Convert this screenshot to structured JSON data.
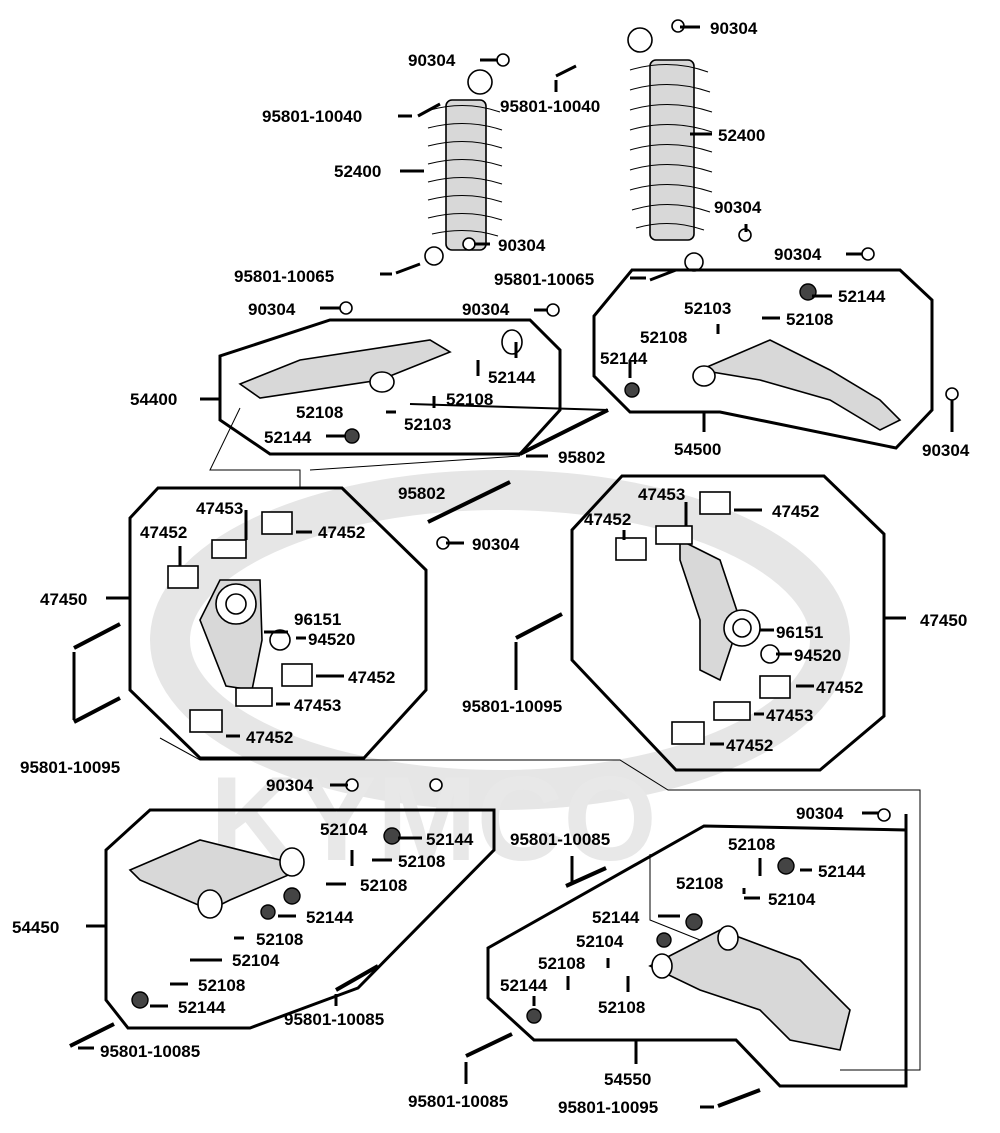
{
  "watermark": {
    "text": "KYMCO"
  },
  "labels": {
    "p90304_a": "90304",
    "p90304_b": "90304",
    "p95801_10040_a": "95801-10040",
    "p95801_10040_b": "95801-10040",
    "p52400_a": "52400",
    "p52400_b": "52400",
    "p90304_c": "90304",
    "p90304_d": "90304",
    "p95801_10065_a": "95801-10065",
    "p95801_10065_b": "95801-10065",
    "p90304_e": "90304",
    "p52144_a": "52144",
    "p90304_f": "90304",
    "p90304_g": "90304",
    "p52103_a": "52103",
    "p52108_a": "52108",
    "p52108_b": "52108",
    "p52144_b": "52144",
    "p54400": "54400",
    "p52144_c": "52144",
    "p52108_c": "52108",
    "p52108_d": "52108",
    "p52103_b": "52103",
    "p52144_d": "52144",
    "p54500": "54500",
    "p90304_h": "90304",
    "p95802_a": "95802",
    "p95802_b": "95802",
    "p47453_a": "47453",
    "p47452_a": "47452",
    "p47452_b": "47452",
    "p90304_i": "90304",
    "p47453_b": "47453",
    "p47452_c": "47452",
    "p47452_d": "47452",
    "p47450_a": "47450",
    "p47450_b": "47450",
    "p96151_a": "96151",
    "p94520_a": "94520",
    "p96151_b": "96151",
    "p94520_b": "94520",
    "p47452_e": "47452",
    "p47453_c": "47453",
    "p47452_f": "47452",
    "p47452_g": "47452",
    "p47453_d": "47453",
    "p47452_h": "47452",
    "p95801_10095_a": "95801-10095",
    "p95801_10095_b": "95801-10095",
    "p90304_j": "90304",
    "p90304_k": "90304",
    "p52104_a": "52104",
    "p52144_e": "52144",
    "p52108_e": "52108",
    "p52108_f": "52108",
    "p95801_10085_a": "95801-10085",
    "p52108_g": "52108",
    "p52144_f": "52144",
    "p54450": "54450",
    "p52144_g": "52144",
    "p52108_h": "52108",
    "p52104_b": "52104",
    "p52108_i": "52108",
    "p52144_h": "52144",
    "p52108_j": "52108",
    "p52104_c": "52104",
    "p52144_i": "52144",
    "p52104_d": "52104",
    "p52108_k": "52108",
    "p52144_j": "52144",
    "p52108_l": "52108",
    "p95801_10085_b": "95801-10085",
    "p95801_10085_c": "95801-10085",
    "p54550": "54550",
    "p95801_10085_d": "95801-10085",
    "p95801_10095_c": "95801-10095"
  }
}
